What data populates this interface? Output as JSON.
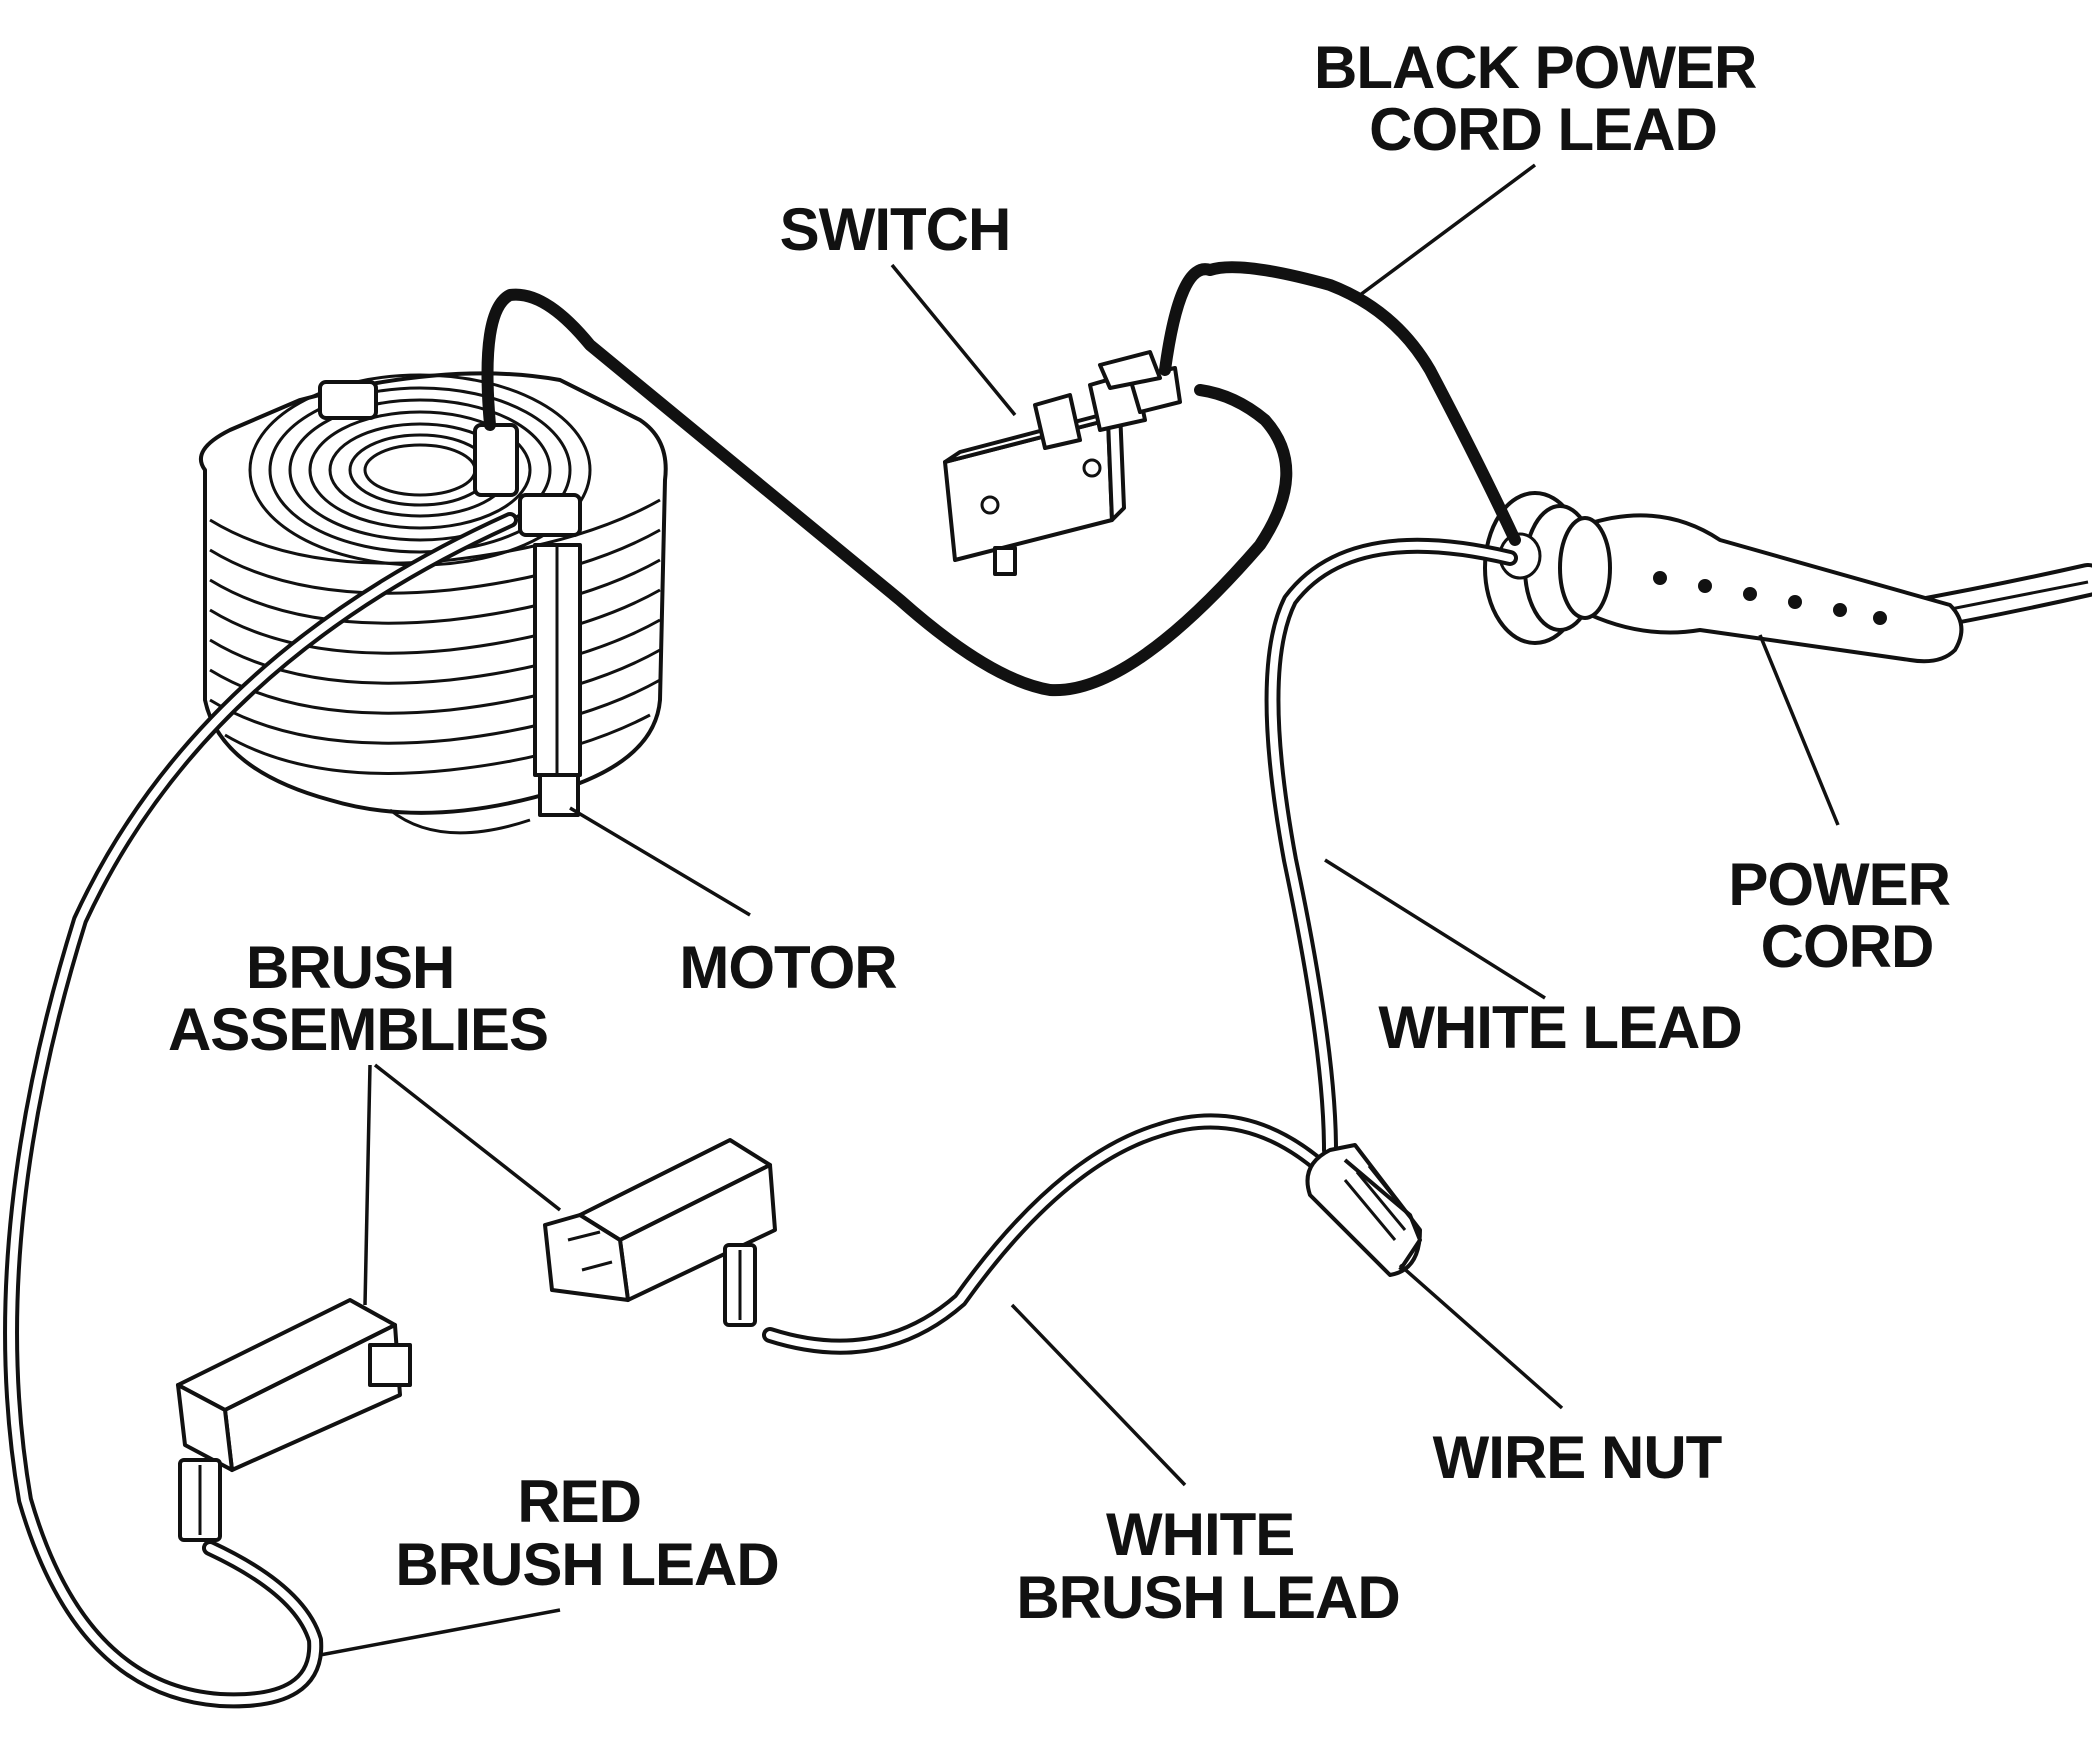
{
  "labels": {
    "black_power_cord_lead": [
      "BLACK POWER",
      "CORD LEAD"
    ],
    "switch": "SWITCH",
    "motor": "MOTOR",
    "brush_assemblies": [
      "BRUSH",
      "ASSEMBLIES"
    ],
    "power_cord": [
      "POWER",
      "CORD"
    ],
    "white_lead": "WHITE LEAD",
    "wire_nut": "WIRE NUT",
    "white_brush_lead": [
      "WHITE",
      "BRUSH LEAD"
    ],
    "red_brush_lead": [
      "RED",
      "BRUSH LEAD"
    ]
  },
  "colors": {
    "ink": "#111111",
    "background": "#ffffff"
  }
}
